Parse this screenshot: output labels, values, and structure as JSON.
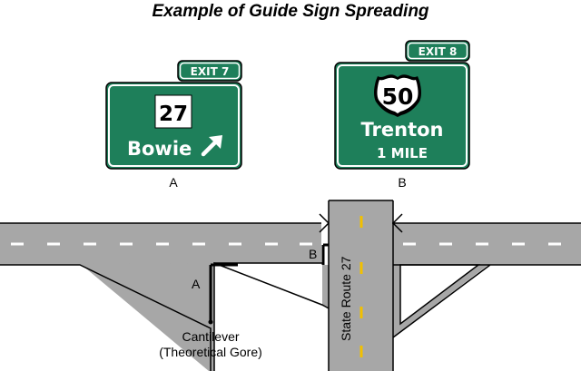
{
  "title": "Example of Guide Sign Spreading",
  "sign_a": {
    "exit_tab": "EXIT 7",
    "route_shield": "27",
    "destination": "Bowie",
    "arrow_icon": "up-right-arrow",
    "caption": "A"
  },
  "sign_b": {
    "exit_tab": "EXIT 8",
    "route_shield": "50",
    "destination": "Trenton",
    "distance": "1 MILE",
    "caption": "B"
  },
  "roadway": {
    "label_a": "A",
    "label_b": "B",
    "crossroad_label": "State Route 27",
    "gore_label_line1": "Cantilever",
    "gore_label_line2": "(Theoretical Gore)"
  },
  "colors": {
    "sign_green": "#1e7f5a",
    "road_gray": "#a7a7a7",
    "lane_marking": "#ffffff",
    "center_line": "#f2c000"
  }
}
